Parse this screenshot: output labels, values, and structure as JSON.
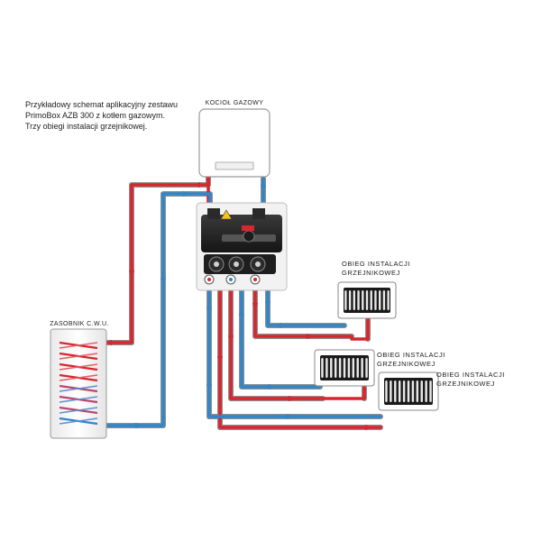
{
  "description": {
    "line1": "Przykładowy schemat aplikacyjny zestawu",
    "line2": "PrimoBox AZB 300 z kotłem gazowym.",
    "line3": "Trzy obiegi instalacji grzejnikowej."
  },
  "boiler": {
    "label": "KOCIOŁ GAZOWY"
  },
  "tank": {
    "label": "ZASOBNIK C.W.U."
  },
  "circuits": [
    {
      "line1": "OBIEG INSTALACJI",
      "line2": "GRZEJNIKOWEJ"
    },
    {
      "line1": "OBIEG INSTALACJI",
      "line2": "GRZEJNIKOWEJ"
    },
    {
      "line1": "OBIEG INSTALACJI",
      "line2": "GRZEJNIKOWEJ"
    }
  ],
  "colors": {
    "supply": "#d8262e",
    "return": "#2f86c9",
    "pipe_edge": "#8a8a8a"
  }
}
